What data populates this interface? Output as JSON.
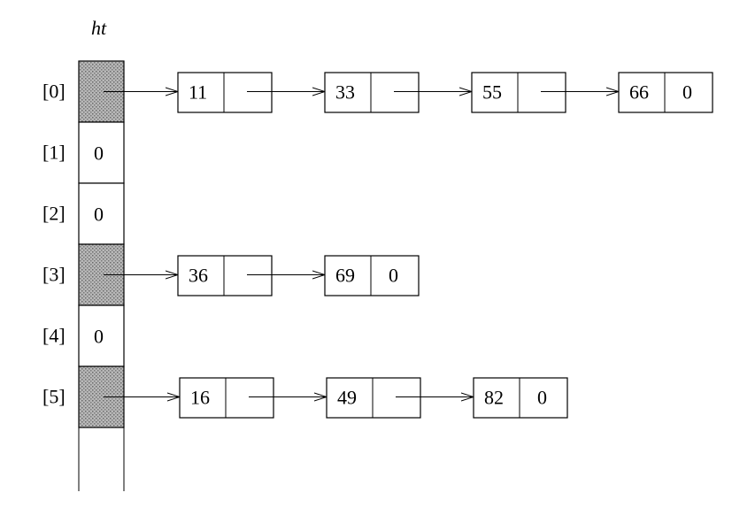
{
  "title": "ht",
  "colors": {
    "occupied_fill": "#9a9a9a"
  },
  "buckets": [
    {
      "index": "[0]",
      "head": null,
      "chain": [
        "11",
        "33",
        "55",
        "66"
      ]
    },
    {
      "index": "[1]",
      "head": "0",
      "chain": []
    },
    {
      "index": "[2]",
      "head": "0",
      "chain": []
    },
    {
      "index": "[3]",
      "head": null,
      "chain": [
        "36",
        "69"
      ]
    },
    {
      "index": "[4]",
      "head": "0",
      "chain": []
    },
    {
      "index": "[5]",
      "head": null,
      "chain": [
        "16",
        "49",
        "82"
      ]
    }
  ],
  "null_link": "0"
}
